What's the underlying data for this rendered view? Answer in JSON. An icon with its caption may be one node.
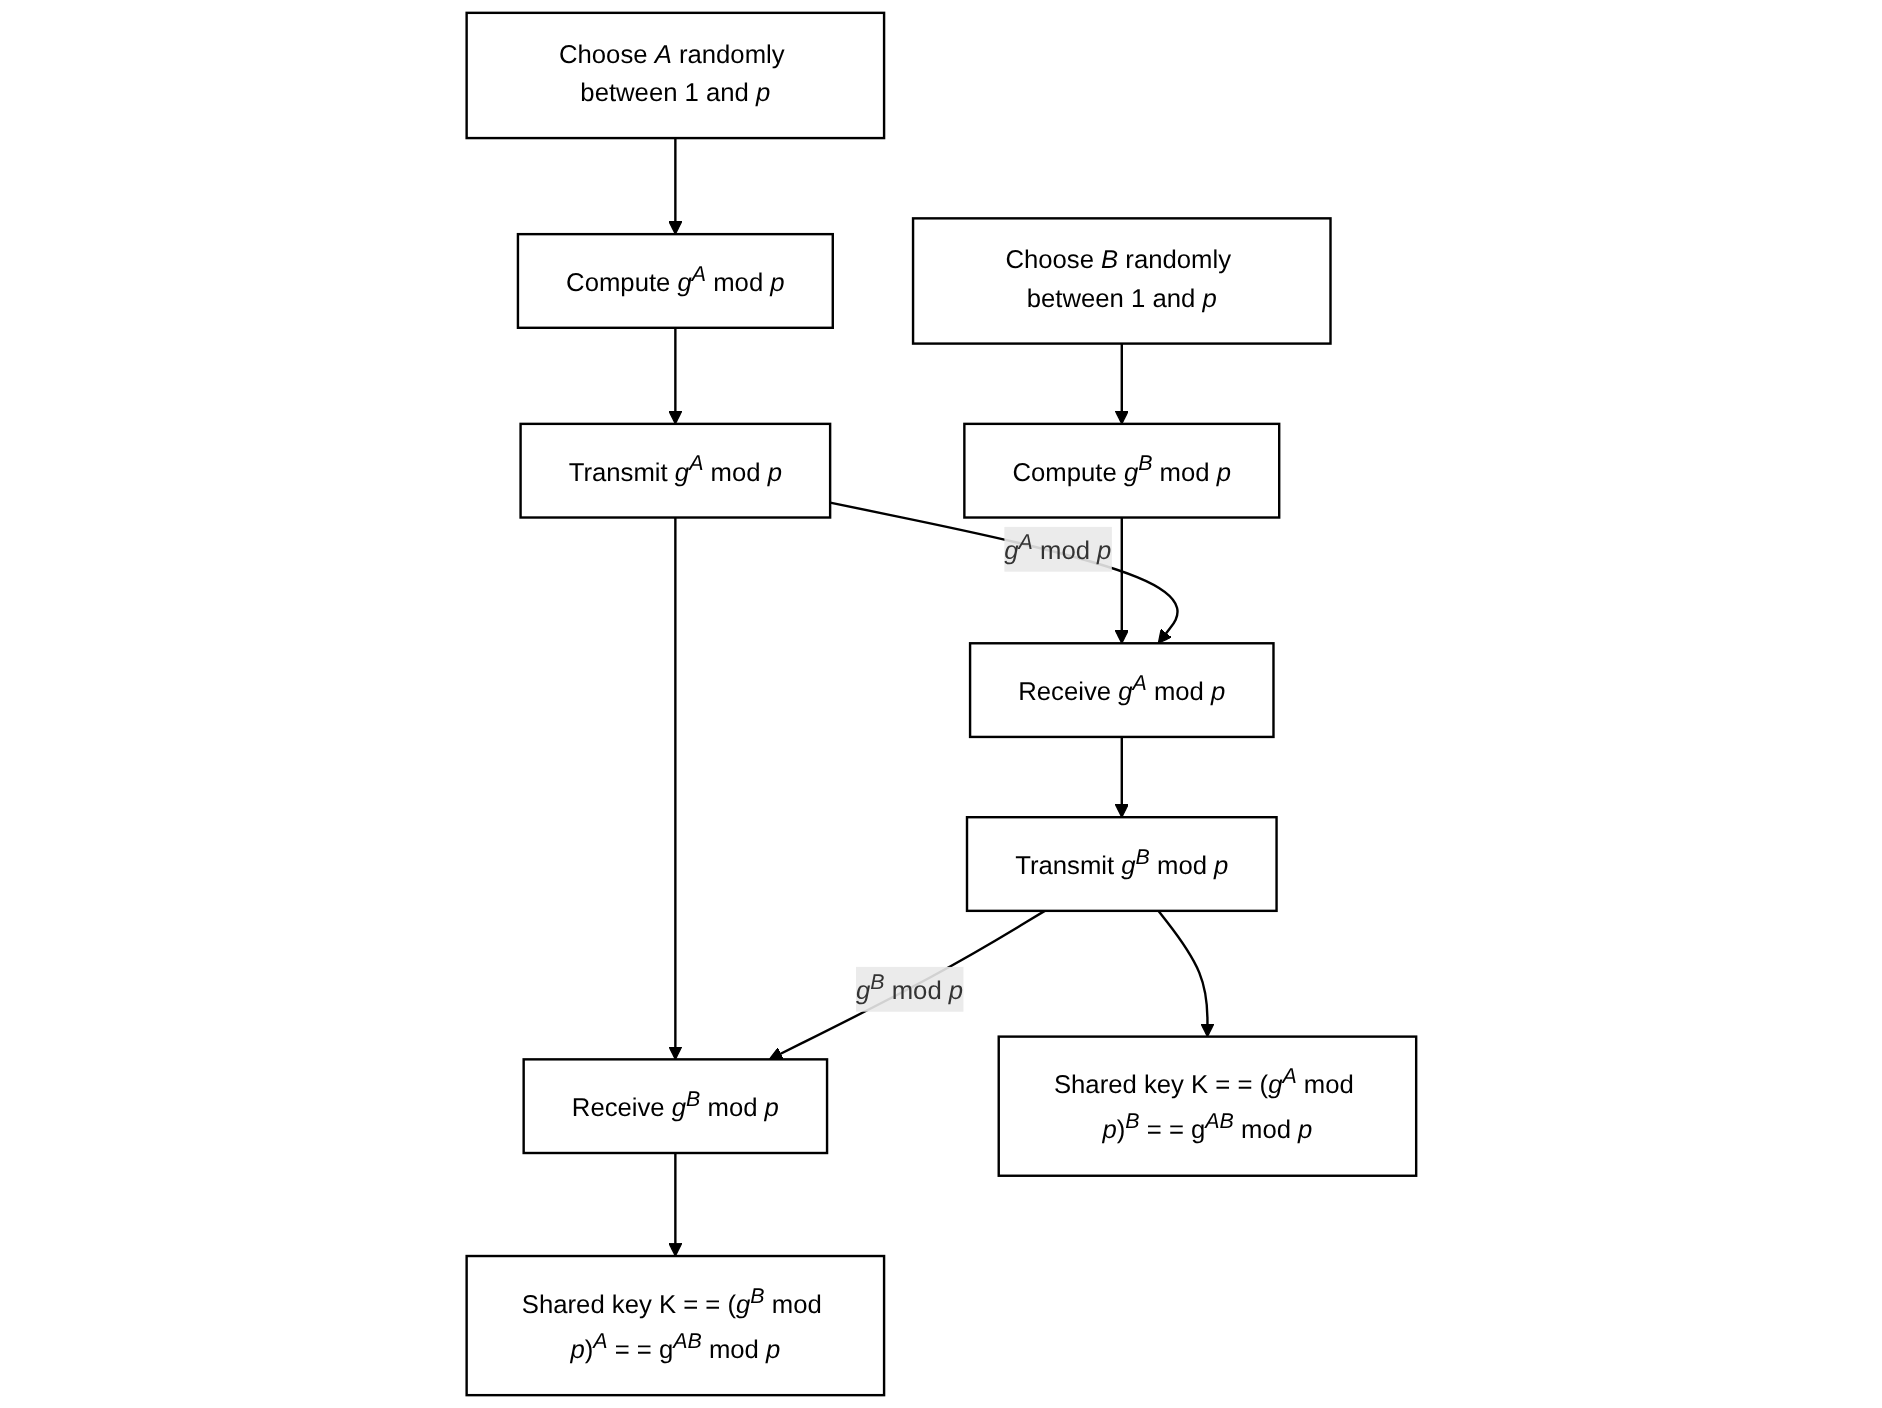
{
  "diagram": {
    "nodes": [
      {
        "text": [
          "Choose *A* randomly between 1 and *p*"
        ]
      },
      {
        "text": [
          "Compute *g*$^{A}$ mod *p*"
        ]
      },
      {
        "text": [
          "Transmit *g*$^{A}$ mod *p*"
        ]
      },
      {
        "text": [
          "Receive *g*$^{B}$ mod *p*"
        ]
      },
      {
        "text": [
          "Shared key K = = (*g*$^{B}$ mod *p*)$^{A}$ = = g$^{AB}$ mod *p*"
        ]
      },
      {
        "text": [
          "Choose *B* randomly between 1 and *p*"
        ]
      },
      {
        "text": [
          "Compute *g*$^{B}$ mod *p*"
        ]
      },
      {
        "text": [
          "Receive *g*$^{A}$ mod *p*"
        ]
      },
      {
        "text": [
          "Transmit *g*$^{B}$ mod *p*"
        ]
      },
      {
        "text": [
          "Shared key K = = (*g*$^{A}$ mod *p*)$^{B}$ = = g$^{AB}$ mod *p*"
        ]
      }
    ],
    "edges": [
      {
        "from": 0,
        "to": 1,
        "arrow": "to"
      },
      {
        "from": 1,
        "to": 2,
        "arrow": "to"
      },
      {
        "from": 2,
        "to": 3,
        "arrow": "to"
      },
      {
        "from": 3,
        "to": 4,
        "arrow": "to"
      },
      {
        "from": 5,
        "to": 6,
        "arrow": "to"
      },
      {
        "from": 6,
        "to": 7,
        "arrow": "to"
      },
      {
        "from": 7,
        "to": 8,
        "arrow": "to"
      },
      {
        "from": 8,
        "to": 9,
        "arrow": "to"
      },
      {
        "from": 2,
        "to": 7,
        "arrow": "to",
        "label": "*g*$^{A}$ mod *p*"
      },
      {
        "from": 8,
        "to": 3,
        "arrow": "to",
        "label": "*g*$^{B}$ mod *p*"
      }
    ]
  }
}
